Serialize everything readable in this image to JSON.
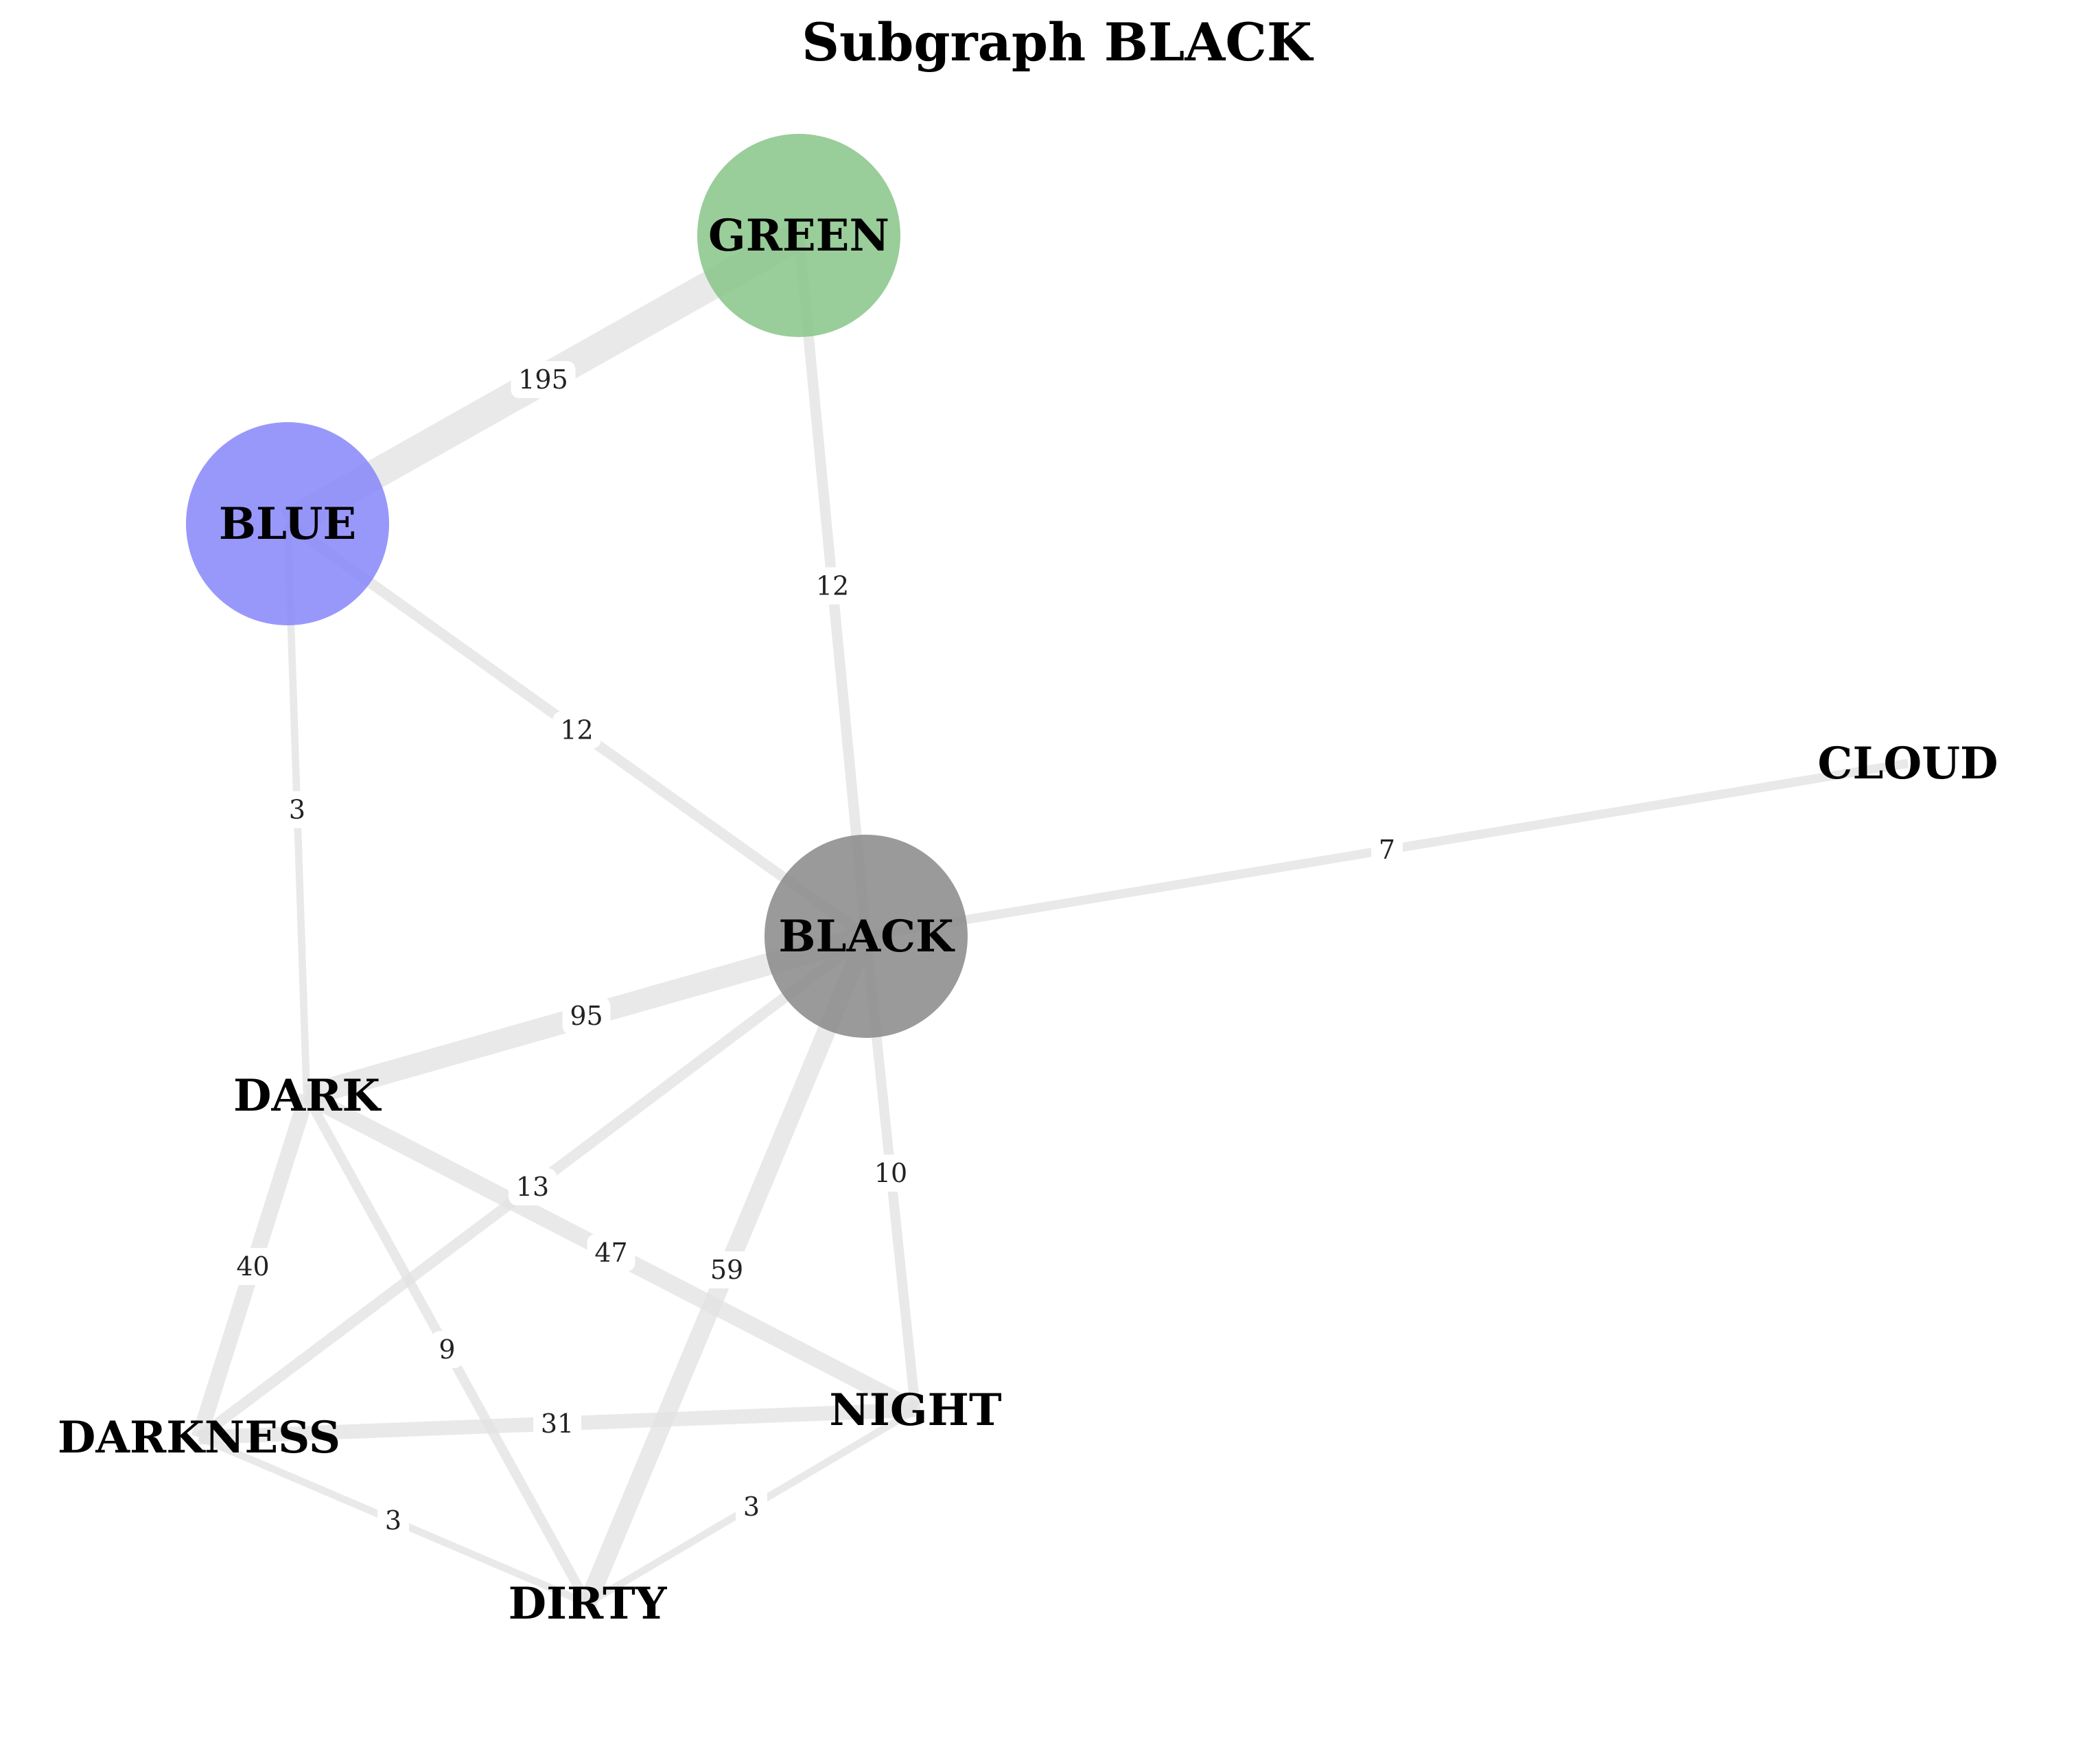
{
  "title": "Subgraph BLACK",
  "nodes": [
    {
      "id": "GREEN",
      "label": "GREEN",
      "circle": true,
      "color": "#86c386"
    },
    {
      "id": "BLUE",
      "label": "BLUE",
      "circle": true,
      "color": "#8484fa"
    },
    {
      "id": "BLACK",
      "label": "BLACK",
      "circle": true,
      "color": "#878787"
    },
    {
      "id": "CLOUD",
      "label": "CLOUD",
      "circle": false
    },
    {
      "id": "DARK",
      "label": "DARK",
      "circle": false
    },
    {
      "id": "DARKNESS",
      "label": "DARKNESS",
      "circle": false
    },
    {
      "id": "NIGHT",
      "label": "NIGHT",
      "circle": false
    },
    {
      "id": "DIRTY",
      "label": "DIRTY",
      "circle": false
    }
  ],
  "edges": [
    {
      "source": "BLUE",
      "target": "GREEN",
      "weight": 195,
      "label": "195"
    },
    {
      "source": "GREEN",
      "target": "BLACK",
      "weight": 12,
      "label": "12"
    },
    {
      "source": "BLUE",
      "target": "BLACK",
      "weight": 12,
      "label": "12"
    },
    {
      "source": "BLUE",
      "target": "DARK",
      "weight": 3,
      "label": "3"
    },
    {
      "source": "BLACK",
      "target": "CLOUD",
      "weight": 7,
      "label": "7"
    },
    {
      "source": "BLACK",
      "target": "DARK",
      "weight": 95,
      "label": "95"
    },
    {
      "source": "BLACK",
      "target": "DARKNESS",
      "weight": 13,
      "label": "13"
    },
    {
      "source": "BLACK",
      "target": "DIRTY",
      "weight": 59,
      "label": "59"
    },
    {
      "source": "BLACK",
      "target": "NIGHT",
      "weight": 10,
      "label": "10"
    },
    {
      "source": "DARK",
      "target": "NIGHT",
      "weight": 47,
      "label": "47"
    },
    {
      "source": "DARK",
      "target": "DARKNESS",
      "weight": 40,
      "label": "40"
    },
    {
      "source": "DARK",
      "target": "DIRTY",
      "weight": 9,
      "label": "9"
    },
    {
      "source": "DARKNESS",
      "target": "NIGHT",
      "weight": 31,
      "label": "31"
    },
    {
      "source": "DARKNESS",
      "target": "DIRTY",
      "weight": 3,
      "label": "3"
    },
    {
      "source": "NIGHT",
      "target": "DIRTY",
      "weight": 3,
      "label": "3"
    }
  ]
}
